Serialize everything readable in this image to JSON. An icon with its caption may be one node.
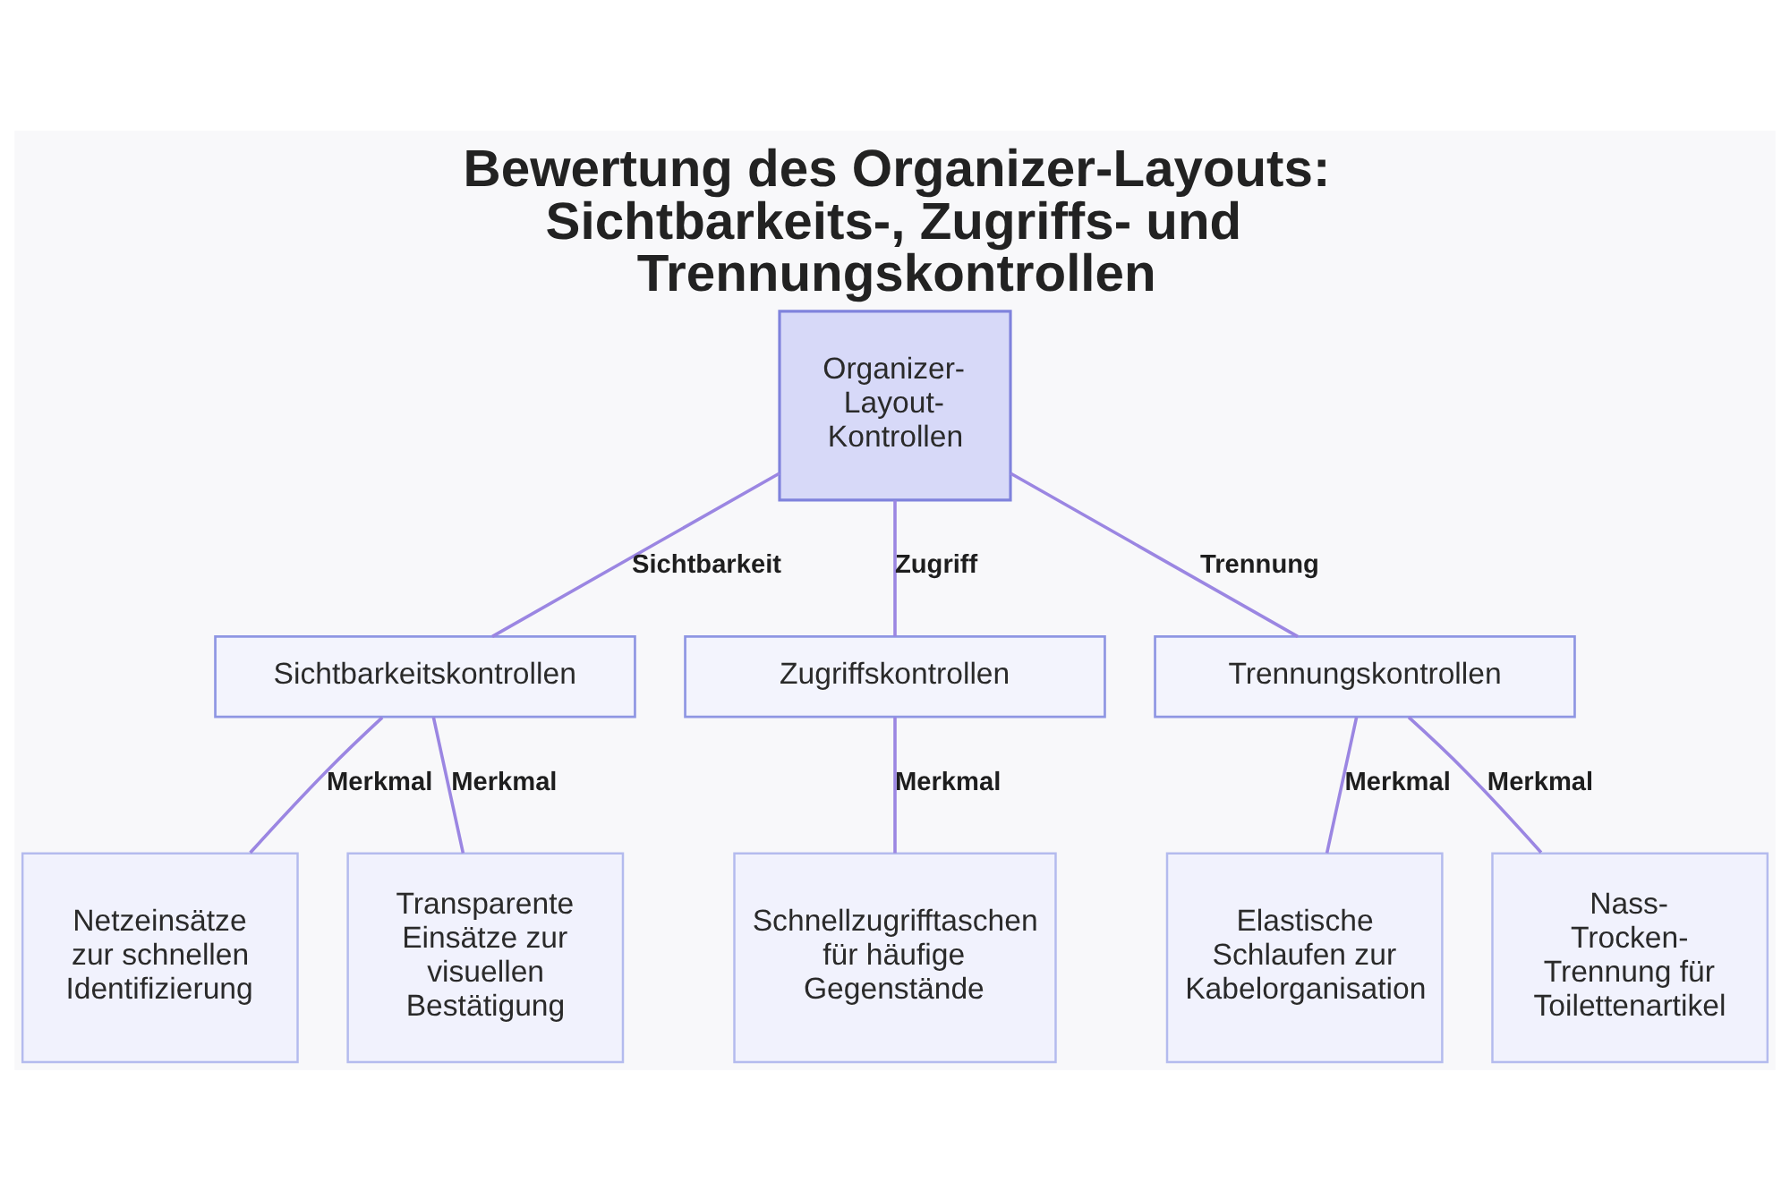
{
  "diagram": {
    "title": "Bewertung des Organizer-Layouts: Sichtbarkeits-, Zugriffs- und Trennungskontrollen",
    "nodes": [
      {
        "text": [
          "Organizer-Layout-Kontrollen"
        ]
      },
      {
        "text": [
          "Sichtbarkeitskontrollen"
        ]
      },
      {
        "text": [
          "Zugriffskontrollen"
        ]
      },
      {
        "text": [
          "Trennungskontrollen"
        ]
      },
      {
        "text": [
          "Netzeinsätze zur schnellen Identifizierung"
        ]
      },
      {
        "text": [
          "Transparente Einsätze zur visuellen Bestätigung"
        ]
      },
      {
        "text": [
          "Schnellzugrifftaschen für häufige Gegenstände"
        ]
      },
      {
        "text": [
          "Elastische Schlaufen zur Kabelorganisation"
        ]
      },
      {
        "text": [
          "Nass-Trocken-Trennung für Toilettenartikel"
        ]
      }
    ],
    "edges": [
      {
        "from": 0,
        "to": 1,
        "arrow": "none",
        "label": "Sichtbarkeit"
      },
      {
        "from": 0,
        "to": 2,
        "arrow": "none",
        "label": "Zugriff"
      },
      {
        "from": 0,
        "to": 3,
        "arrow": "none",
        "label": "Trennung"
      },
      {
        "from": 1,
        "to": 4,
        "arrow": "none",
        "label": "Merkmal"
      },
      {
        "from": 1,
        "to": 5,
        "arrow": "none",
        "label": "Merkmal"
      },
      {
        "from": 2,
        "to": 6,
        "arrow": "none",
        "label": "Merkmal"
      },
      {
        "from": 3,
        "to": 7,
        "arrow": "none",
        "label": "Merkmal"
      },
      {
        "from": 3,
        "to": 8,
        "arrow": "none",
        "label": "Merkmal"
      }
    ]
  }
}
